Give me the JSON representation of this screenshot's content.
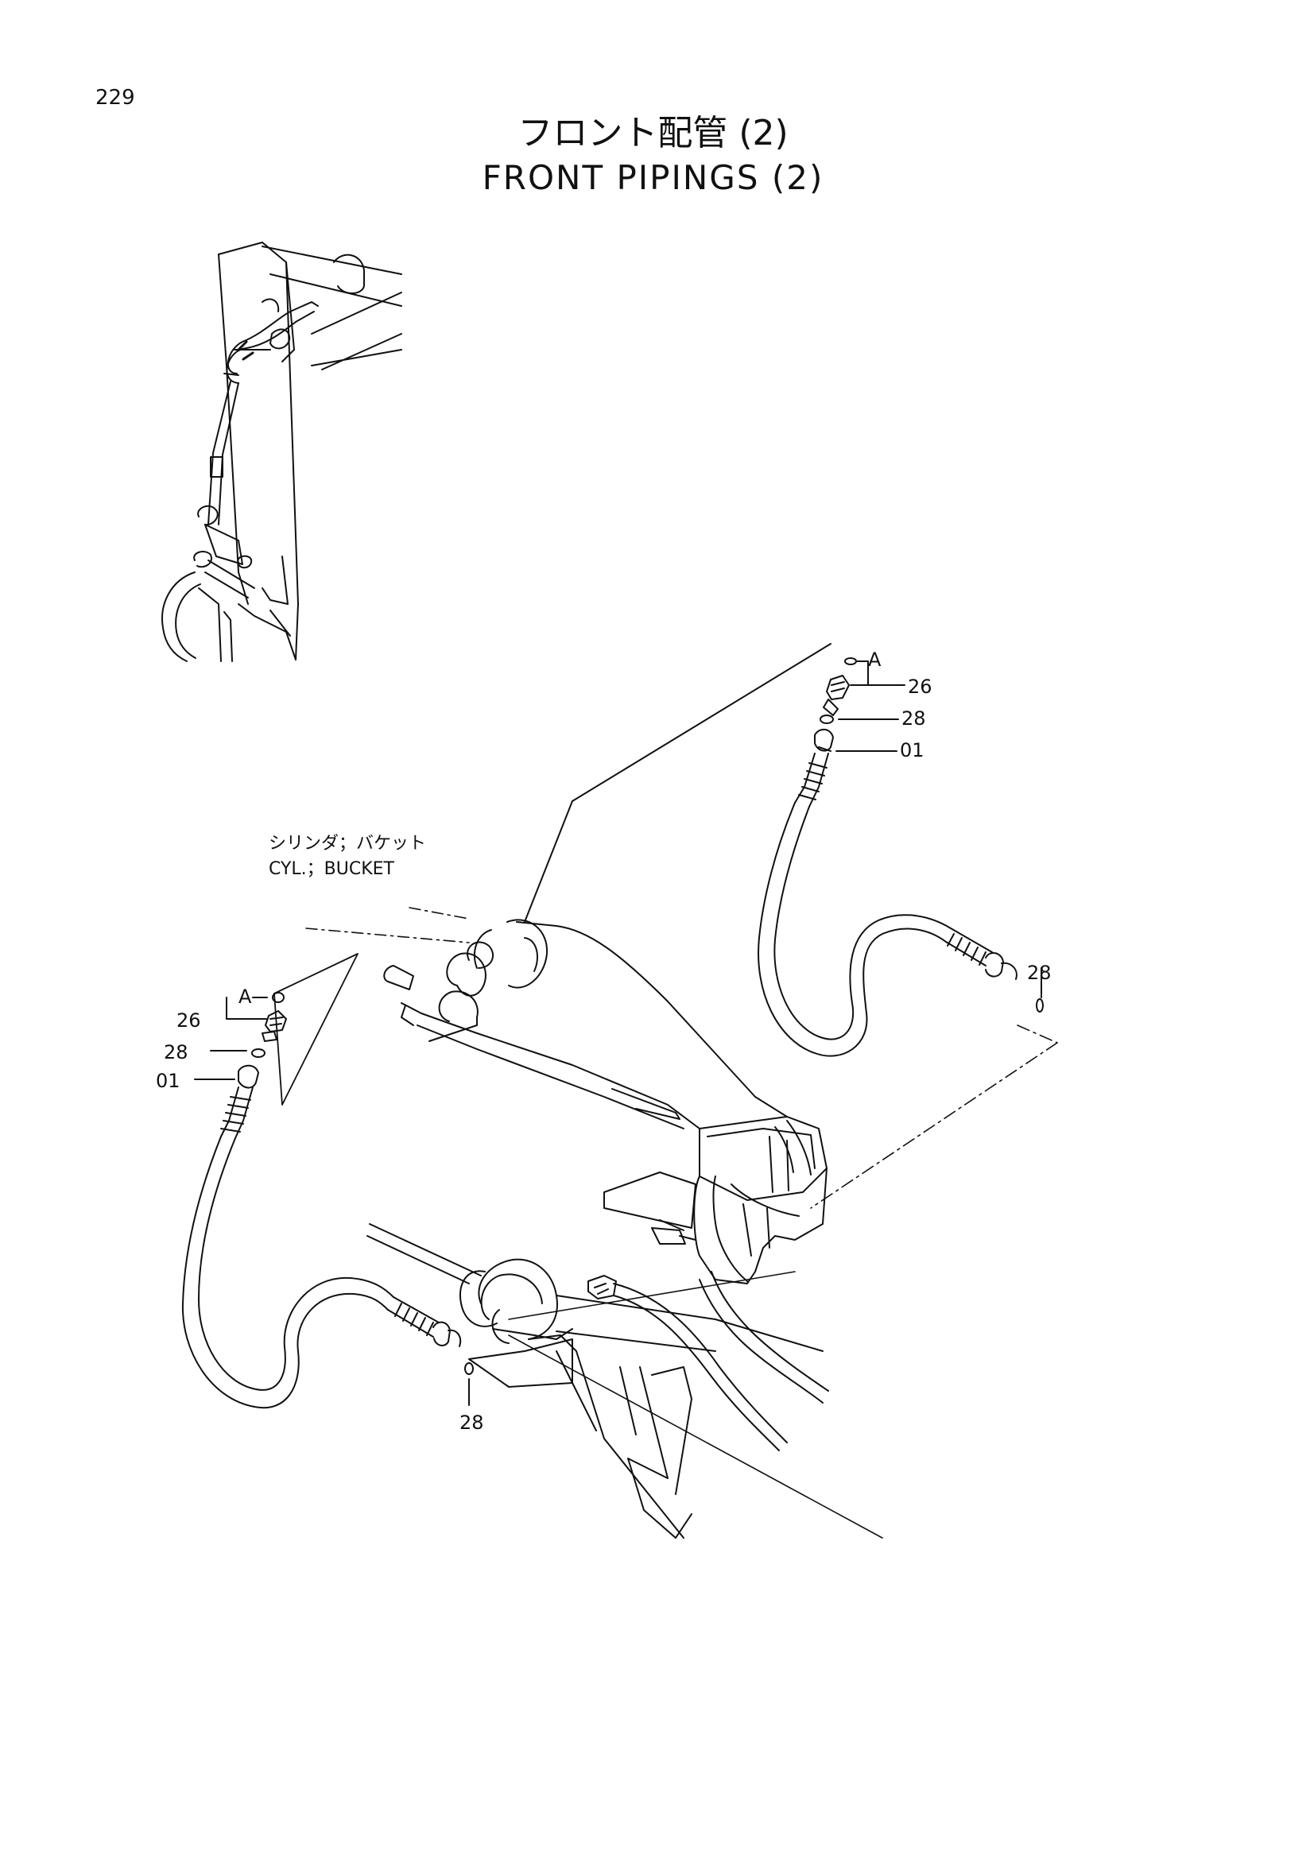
{
  "page_number": "229",
  "title_ja": "フロント配管 (2)",
  "title_en": "FRONT PIPINGS (2)",
  "component_label": {
    "ja": "シリンダ；バケット",
    "en": "CYL.；BUCKET"
  },
  "callouts": {
    "right_A": "A",
    "right_26": "26",
    "right_28_top": "28",
    "right_01": "01",
    "right_28_end": "28",
    "left_A": "A",
    "left_26": "26",
    "left_28_top": "28",
    "left_01": "01",
    "left_28_end": "28"
  },
  "colors": {
    "ink": "#111111",
    "paper": "#ffffff"
  }
}
